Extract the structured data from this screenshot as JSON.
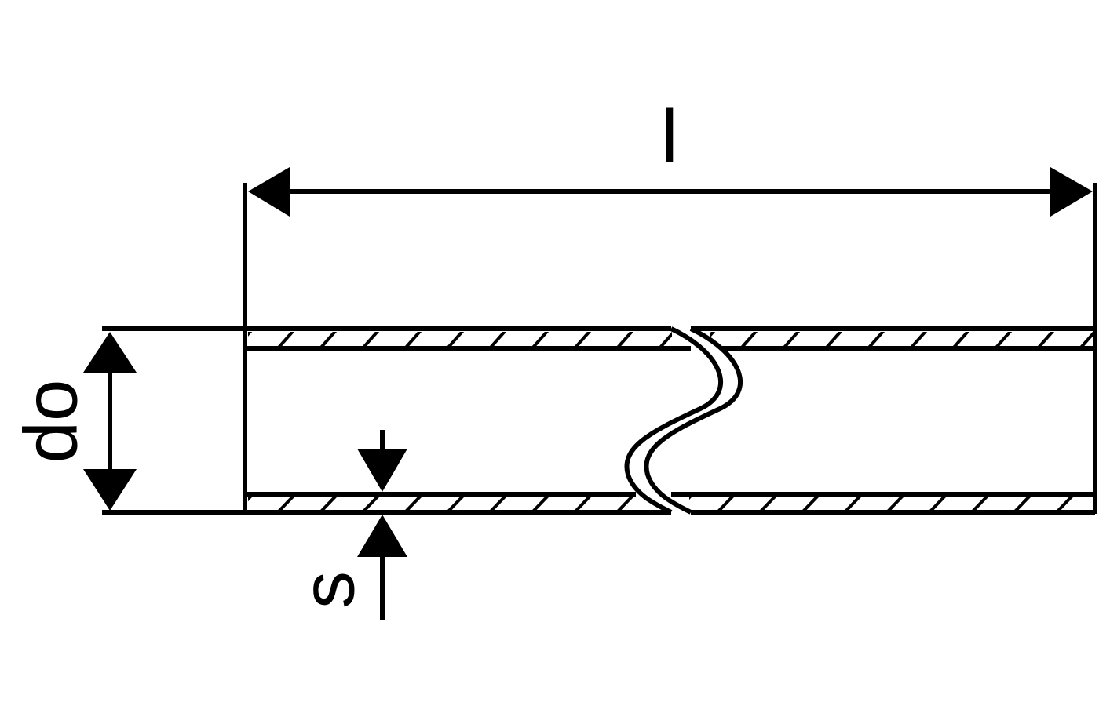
{
  "diagram": {
    "type": "technical-drawing",
    "subject": "tube",
    "colors": {
      "line": "#000000",
      "background": "#ffffff"
    },
    "dimensions": {
      "length_label": "l",
      "outer_diameter_label": "do",
      "wall_thickness_label": "s"
    }
  }
}
